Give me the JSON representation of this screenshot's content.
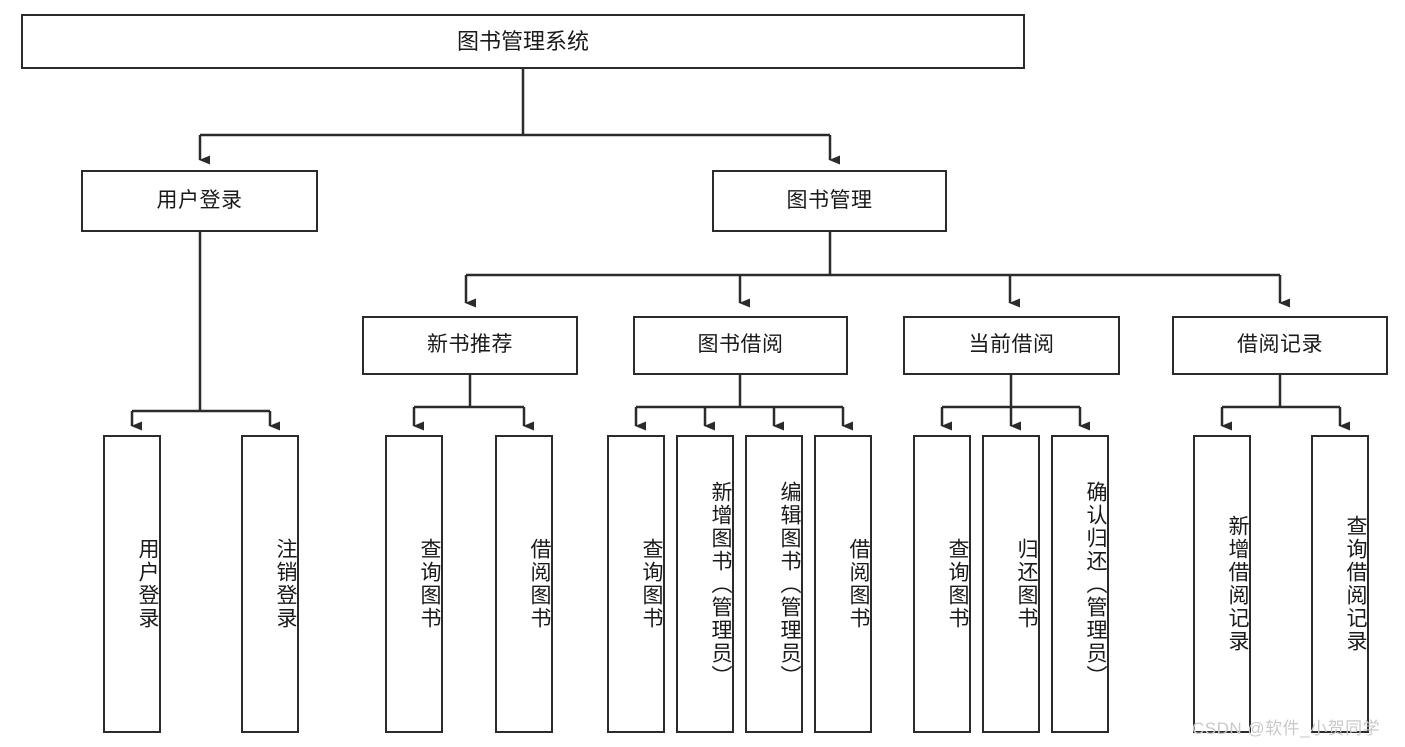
{
  "diagram": {
    "title": "图书管理系统",
    "type": "tree",
    "root": {
      "label": "图书管理系统"
    },
    "level2": [
      {
        "id": "user-login",
        "label": "用户登录"
      },
      {
        "id": "book-manage",
        "label": "图书管理"
      }
    ],
    "level3": [
      {
        "id": "new-book-rec",
        "label": "新书推荐"
      },
      {
        "id": "book-borrow",
        "label": "图书借阅"
      },
      {
        "id": "current-borrow",
        "label": "当前借阅"
      },
      {
        "id": "borrow-record",
        "label": "借阅记录"
      }
    ],
    "leaves": [
      {
        "id": "leaf-user-login",
        "label": "用户登录"
      },
      {
        "id": "leaf-user-logout",
        "label": "注销登录"
      },
      {
        "id": "leaf-query-book-1",
        "label": "查询图书"
      },
      {
        "id": "leaf-borrow-book-1",
        "label": "借阅图书"
      },
      {
        "id": "leaf-query-book-2",
        "label": "查询图书"
      },
      {
        "id": "leaf-add-book",
        "label": "新增图书（管理员）"
      },
      {
        "id": "leaf-edit-book",
        "label": "编辑图书（管理员）"
      },
      {
        "id": "leaf-borrow-book-2",
        "label": "借阅图书"
      },
      {
        "id": "leaf-query-book-3",
        "label": "查询图书"
      },
      {
        "id": "leaf-return-book",
        "label": "归还图书"
      },
      {
        "id": "leaf-confirm-return",
        "label": "确认归还（管理员）"
      },
      {
        "id": "leaf-add-record",
        "label": "新增借阅记录"
      },
      {
        "id": "leaf-query-record",
        "label": "查询借阅记录"
      }
    ],
    "watermark": "CSDN @软件_小贺同学",
    "colors": {
      "stroke": "#2b2b2b",
      "fill": "#ffffff",
      "text": "#1a1a1a",
      "watermark": "#c9c9c9"
    }
  }
}
